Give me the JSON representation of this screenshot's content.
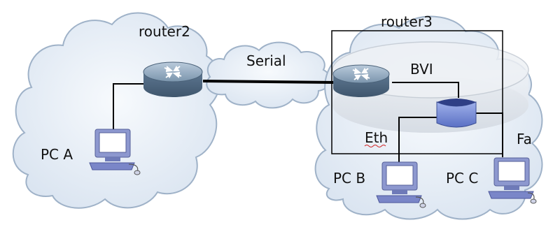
{
  "labels": {
    "router2": "router2",
    "router3": "router3",
    "serial": "Serial",
    "bvi": "BVI",
    "eth": "Eth",
    "fa": "Fa",
    "pc_a": "PC A",
    "pc_b": "PC B",
    "pc_c": "PC C"
  },
  "colors": {
    "cloud_fill": "#e7eef7",
    "cloud_stroke": "#9fb2c8",
    "router_fill": "#6f8aa3",
    "router_top": "#9fb6cb",
    "bridge_fill": "#7a8fd6",
    "link": "#000000",
    "pc_body": "#7a86c8"
  },
  "icons": [
    "router-icon",
    "bridge-icon",
    "pc-icon",
    "cloud-icon"
  ]
}
